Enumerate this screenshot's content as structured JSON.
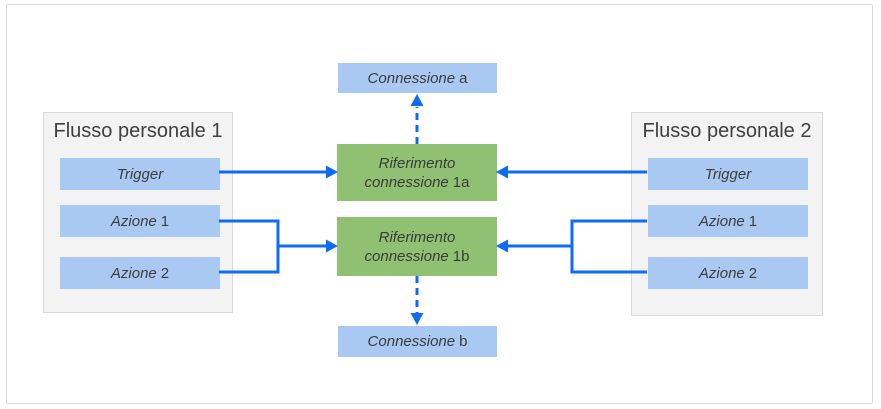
{
  "flows": {
    "flow1": {
      "title": "Flusso personale 1",
      "trigger": {
        "italic": "Trigger",
        "suffix": ""
      },
      "action1": {
        "italic": "Azione",
        "suffix": "1"
      },
      "action2": {
        "italic": "Azione",
        "suffix": "2"
      }
    },
    "flow2": {
      "title": "Flusso personale 2",
      "trigger": {
        "italic": "Trigger",
        "suffix": ""
      },
      "action1": {
        "italic": "Azione",
        "suffix": "1"
      },
      "action2": {
        "italic": "Azione",
        "suffix": "2"
      }
    }
  },
  "connections": {
    "a": {
      "italic": "Connessione",
      "suffix": "a"
    },
    "b": {
      "italic": "Connessione",
      "suffix": "b"
    }
  },
  "references": {
    "ref1a": {
      "line1": "Riferimento",
      "line2_italic": "connessione",
      "line2_suffix": "1a"
    },
    "ref1b": {
      "line1": "Riferimento",
      "line2_italic": "connessione",
      "line2_suffix": "1b"
    }
  },
  "colors": {
    "arrow_blue": "#0f6cf0",
    "box_blue": "#a9c9f2",
    "box_green": "#90c172",
    "container_bg": "#f3f3f3",
    "container_border": "#d9d9d9",
    "frame_border": "#d9d9d9",
    "text": "#404040"
  }
}
